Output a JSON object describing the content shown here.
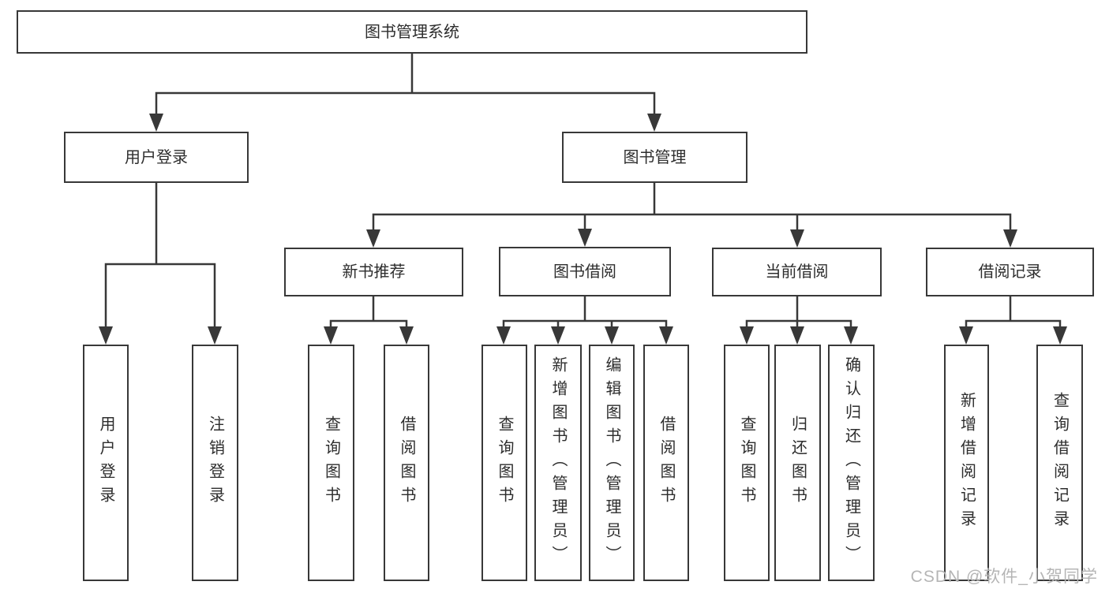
{
  "diagram_title": "图书管理系统",
  "nodes": {
    "root": "图书管理系统",
    "user_login": "用户登录",
    "book_mgmt": "图书管理",
    "new_book_rec": "新书推荐",
    "book_borrow": "图书借阅",
    "current_borrow": "当前借阅",
    "borrow_records": "借阅记录",
    "ul_login": "用户登录",
    "ul_logout": "注销登录",
    "nbr_query": "查询图书",
    "nbr_borrow": "借阅图书",
    "bb_query": "查询图书",
    "bb_add": "新增图书（管理员）",
    "bb_edit": "编辑图书（管理员）",
    "bb_borrow": "借阅图书",
    "cb_query": "查询图书",
    "cb_return": "归还图书",
    "cb_confirm": "确认归还（管理员）",
    "br_add": "新增借阅记录",
    "br_query": "查询借阅记录"
  },
  "watermark": {
    "text": "CSDN @软件_小贺同学",
    "color": "#b5b5b5"
  },
  "colors": {
    "line": "#383838",
    "text": "#2d2d2d",
    "background": "#ffffff"
  }
}
